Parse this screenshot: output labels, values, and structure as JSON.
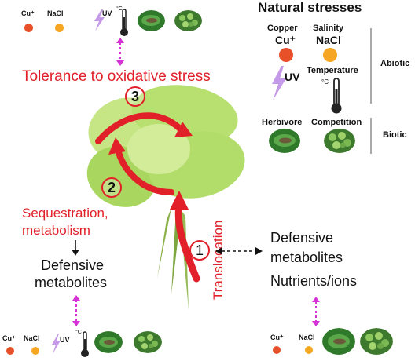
{
  "legend": {
    "title": "Natural stresses",
    "copper_label": "Copper",
    "copper_symbol": "Cu⁺",
    "salinity_label": "Salinity",
    "salinity_symbol": "NaCl",
    "uv_label": "UV",
    "temperature_label": "Temperature",
    "temperature_symbol": "°C",
    "abiotic_label": "Abiotic",
    "herbivore_label": "Herbivore",
    "competition_label": "Competition",
    "biotic_label": "Biotic"
  },
  "icon_row": {
    "cu": "Cu⁺",
    "nacl": "NaCl",
    "uv": "UV",
    "deg_c": "°C"
  },
  "diagram": {
    "tolerance_label": "Tolerance to oxidative stress",
    "sequestration_label": "Sequestration,",
    "metabolism_label": "metabolism",
    "left_metabolites_line1": "Defensive",
    "left_metabolites_line2": "metabolites",
    "right_metabolites_line1": "Defensive",
    "right_metabolites_line2": "metabolites",
    "nutrients_label": "Nutrients/ions",
    "translocation_label": "Translocation",
    "step1": "1",
    "step2": "2",
    "step3": "3"
  },
  "colors": {
    "red_accent": "#e1202a",
    "copper": "#e8502a",
    "salinity": "#f5a623",
    "uv": "#b57fe0",
    "connector": "#d633d6",
    "leaf": "#b5e06a"
  }
}
